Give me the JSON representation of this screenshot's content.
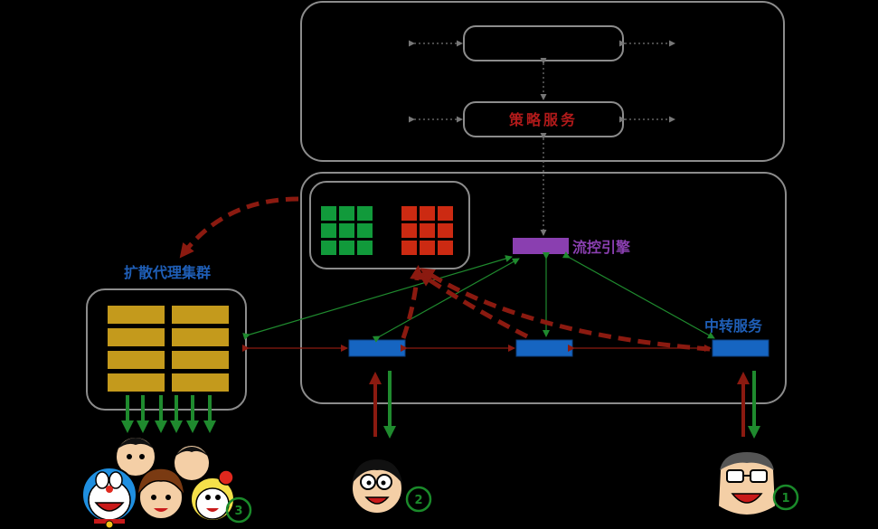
{
  "labels": {
    "policy_service": "策略服务",
    "flow_engine": "流控引擎",
    "relay_service": "中转服务",
    "diffusion_cluster": "扩散代理集群"
  },
  "markers": {
    "user_1": "1",
    "user_2": "2",
    "user_3": "3"
  },
  "colors": {
    "background": "#000000",
    "box_border": "#8c8c8c",
    "label_red": "#b11a1a",
    "label_purple": "#8a3fb0",
    "label_blue": "#1f5fb8",
    "node_blue": "#1665c1",
    "node_purple": "#8a3fb0",
    "grid_green": "#119a3b",
    "grid_red": "#cc2a12",
    "cluster_gold": "#c49a1c",
    "arrow_green": "#1f8a2e",
    "arrow_darkred": "#8b1a10",
    "badge_green": "#1a8a2a"
  }
}
